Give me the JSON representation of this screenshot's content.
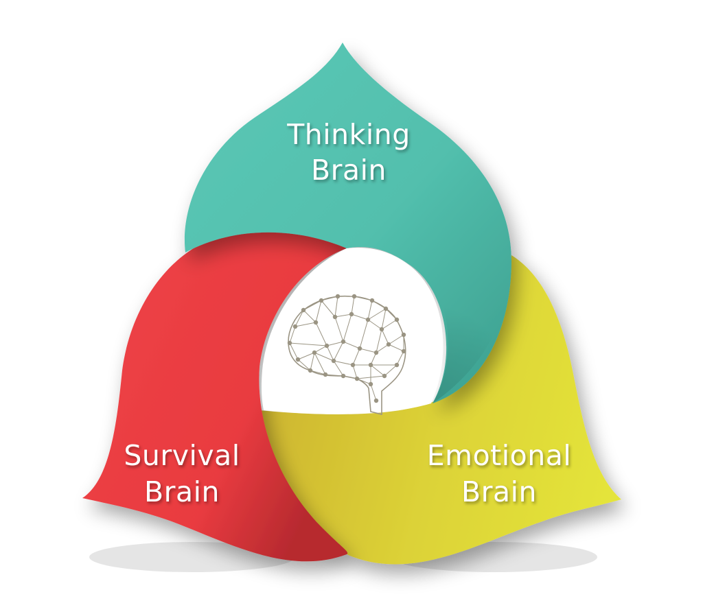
{
  "diagram": {
    "petals": [
      {
        "id": "thinking",
        "label_line1": "Thinking",
        "label_line2": "Brain",
        "color": "#55c2b0",
        "shade": "#3a9a8a"
      },
      {
        "id": "survival",
        "label_line1": "Survival",
        "label_line2": "Brain",
        "color": "#ec3e42",
        "shade": "#b8292e"
      },
      {
        "id": "emotional",
        "label_line1": "Emotional",
        "label_line2": "Brain",
        "color": "#e0dd3a",
        "shade": "#c5b22a"
      }
    ],
    "center_icon": "brain-network-icon",
    "icon_color": "#9a9483"
  }
}
